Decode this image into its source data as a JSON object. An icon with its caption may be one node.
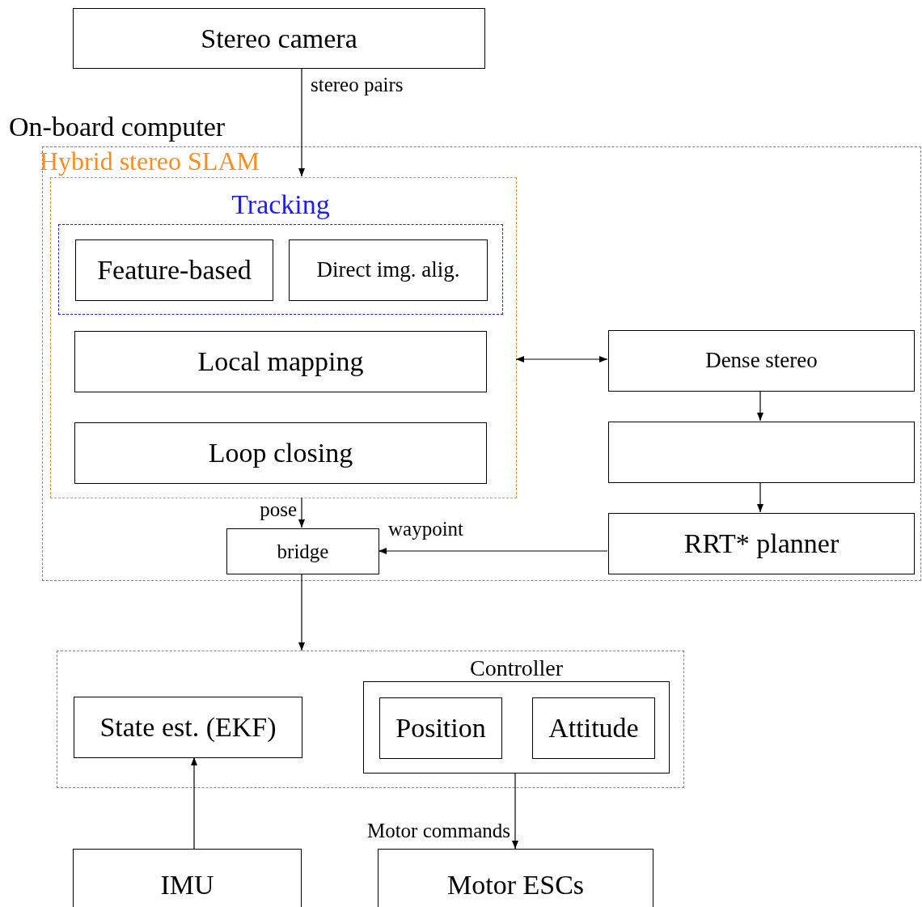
{
  "diagram": {
    "nodes": [
      {
        "text": [
          "Stereo camera"
        ]
      },
      {
        "text": [
          "On-board computer"
        ]
      },
      {
        "text": [
          "Hybrid stereo SLAM"
        ],
        "in": 1
      },
      {
        "text": [
          "Tracking"
        ],
        "in": 2
      },
      {
        "text": [
          "Feature-based"
        ],
        "in": 3
      },
      {
        "text": [
          "Direct img. alig."
        ],
        "in": 3
      },
      {
        "text": [
          "Local mapping"
        ],
        "in": 2
      },
      {
        "text": [
          "Loop closing"
        ],
        "in": 2
      },
      {
        "text": [
          "bridge"
        ],
        "in": 1
      },
      {
        "text": [
          "Dense stereo"
        ],
        "in": 1
      },
      {
        "text": [],
        "shape": "box",
        "in": 1
      },
      {
        "text": [
          "RRT* planner"
        ],
        "in": 1
      },
      {
        "text": [],
        "shape": "box"
      },
      {
        "text": [
          "State est. (EKF)"
        ],
        "in": 12
      },
      {
        "text": [
          "Controller"
        ],
        "in": 12
      },
      {
        "text": [
          "Position"
        ],
        "in": 14
      },
      {
        "text": [
          "Attitude"
        ],
        "in": 14
      },
      {
        "text": [
          "IMU"
        ]
      },
      {
        "text": [
          "Motor ESCs"
        ]
      }
    ],
    "edges": [
      {
        "from": 0,
        "to": 2,
        "arrow": "to",
        "label": "stereo pairs"
      },
      {
        "from": 2,
        "to": 9,
        "arrow": "both"
      },
      {
        "from": 9,
        "to": 10,
        "arrow": "to"
      },
      {
        "from": 10,
        "to": 11,
        "arrow": "to"
      },
      {
        "from": 2,
        "to": 8,
        "arrow": "to",
        "label": "pose"
      },
      {
        "from": 11,
        "to": 8,
        "arrow": "to",
        "label": "waypoint"
      },
      {
        "from": 8,
        "to": 12,
        "arrow": "to"
      },
      {
        "from": 17,
        "to": 13,
        "arrow": "to"
      },
      {
        "from": 14,
        "to": 18,
        "arrow": "to",
        "label": "Motor commands"
      }
    ]
  }
}
